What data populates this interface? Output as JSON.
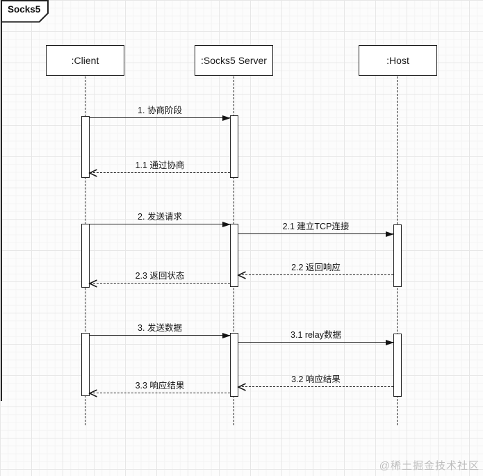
{
  "diagram": {
    "frame_title": "Socks5",
    "watermark": "@稀土掘金技术社区"
  },
  "participants": [
    {
      "id": "client",
      "label": ":Client"
    },
    {
      "id": "socks5-server",
      "label": ":Socks5 Server"
    },
    {
      "id": "host",
      "label": ":Host"
    }
  ],
  "messages": [
    {
      "label": "1. 协商阶段",
      "from": ":Client",
      "to": ":Socks5 Server",
      "line": "solid",
      "direction": "right"
    },
    {
      "label": "1.1 通过协商",
      "from": ":Socks5 Server",
      "to": ":Client",
      "line": "dashed",
      "direction": "left"
    },
    {
      "label": "2. 发送请求",
      "from": ":Client",
      "to": ":Socks5 Server",
      "line": "solid",
      "direction": "right"
    },
    {
      "label": "2.1 建立TCP连接",
      "from": ":Socks5 Server",
      "to": ":Host",
      "line": "solid",
      "direction": "right"
    },
    {
      "label": "2.2 返回响应",
      "from": ":Host",
      "to": ":Socks5 Server",
      "line": "dashed",
      "direction": "left"
    },
    {
      "label": "2.3 返回状态",
      "from": ":Socks5 Server",
      "to": ":Client",
      "line": "dashed",
      "direction": "left"
    },
    {
      "label": "3. 发送数据",
      "from": ":Client",
      "to": ":Socks5 Server",
      "line": "solid",
      "direction": "right"
    },
    {
      "label": "3.1 relay数据",
      "from": ":Socks5 Server",
      "to": ":Host",
      "line": "solid",
      "direction": "right"
    },
    {
      "label": "3.2 响应结果",
      "from": ":Host",
      "to": ":Socks5 Server",
      "line": "dashed",
      "direction": "left"
    },
    {
      "label": "3.3 响应结果",
      "from": ":Socks5 Server",
      "to": ":Client",
      "line": "dashed",
      "direction": "left"
    }
  ],
  "colors": {
    "line": "#1d1d1d",
    "box_fill": "#ffffff",
    "background": "#fcfcfc",
    "grid_major": "#e7e7e7",
    "grid_minor": "#f4f4f4",
    "watermark_text": "#bdbdbd"
  }
}
